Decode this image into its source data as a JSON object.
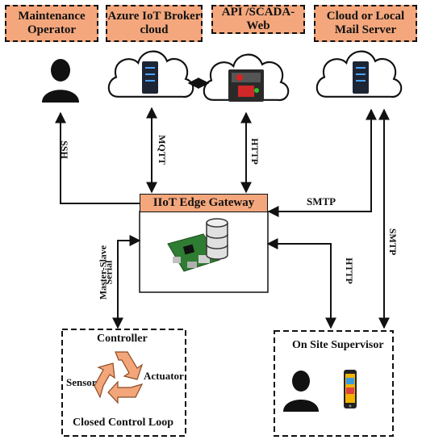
{
  "headers": {
    "maintenance": "Maintenance Operator",
    "azure": "Azure IoT Broker cloud",
    "api": "API /SCADA-Web",
    "mail": "Cloud or Local Mail Server"
  },
  "gateway": {
    "title": "IIoT Edge Gateway"
  },
  "links": {
    "ssh": "SSH",
    "mqtt": "MQTT",
    "http_api": "HTTP",
    "smtp_gateway": "SMTP",
    "smtp_side": "SMTP",
    "master_slave_line1": "Master-Slave",
    "master_slave_line2": "Serial",
    "http_supervisor": "HTTP"
  },
  "control_loop": {
    "controller": "Controller",
    "sensor": "Sensor",
    "actuator": "Actuator",
    "title": "Closed Control Loop"
  },
  "supervisor": {
    "title": "On Site Supervisor"
  },
  "colors": {
    "header_fill": "#f4a77c",
    "recycle_fill": "#f2a679"
  }
}
